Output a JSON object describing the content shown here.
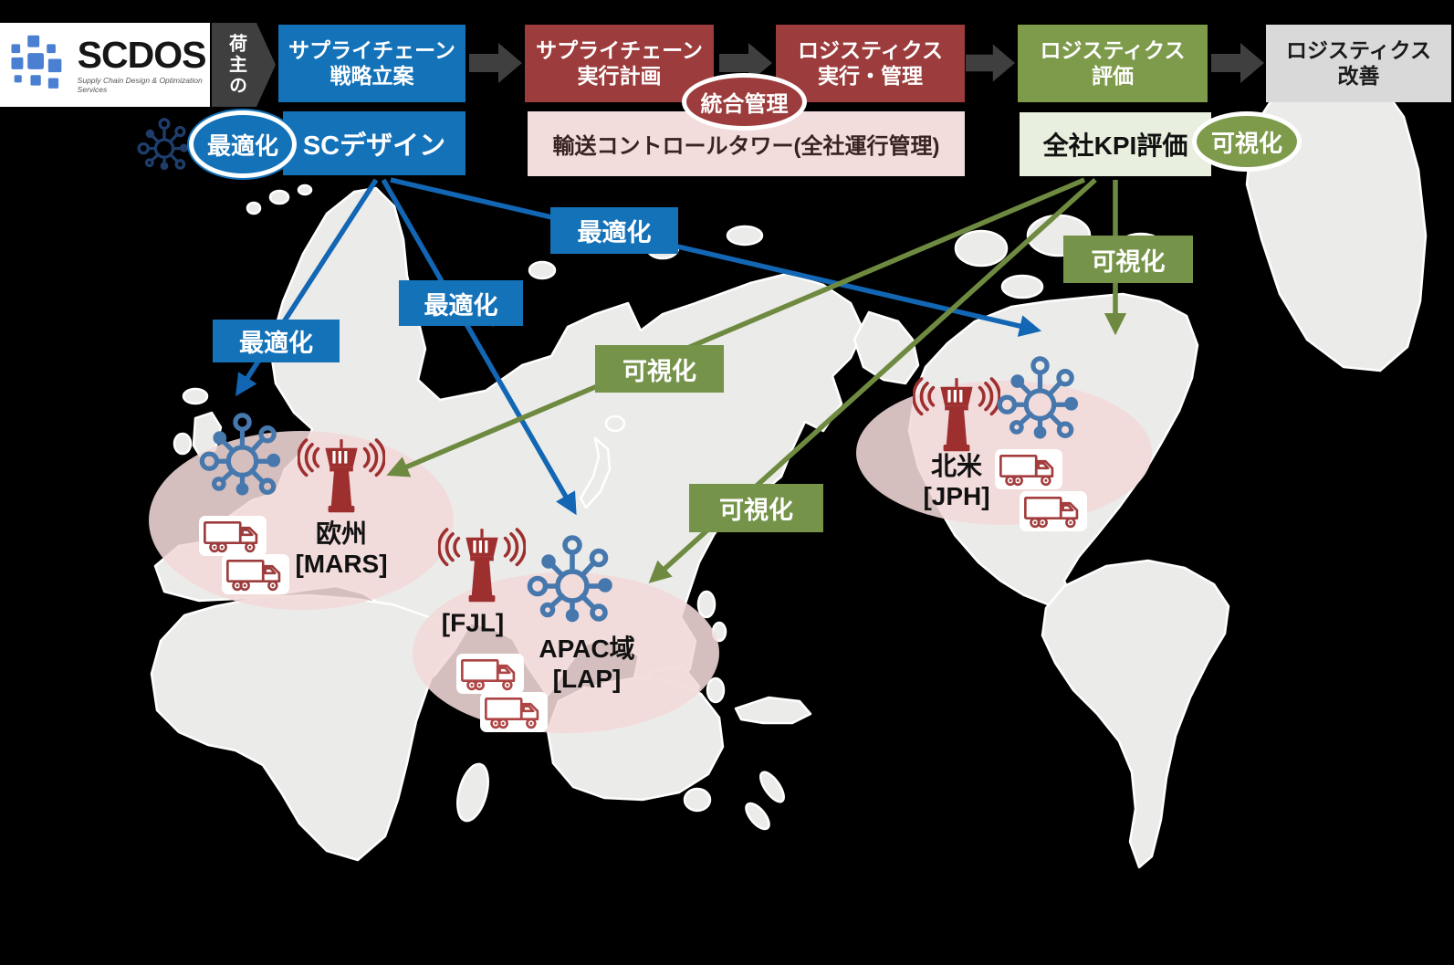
{
  "logo": {
    "brand_bold": "SC",
    "brand_rest": "DOS",
    "tagline": "Supply Chain Design & Optimization Services"
  },
  "flow": {
    "shipper_label": "荷主の",
    "steps": [
      {
        "label": "サプライチェーン\n戦略立案"
      },
      {
        "label": "サプライチェーン\n実行計画"
      },
      {
        "label": "ロジスティクス\n実行・管理"
      },
      {
        "label": "ロジスティクス\n評価"
      },
      {
        "label": "ロジスティクス\n改善"
      }
    ]
  },
  "programs": {
    "sc_design": "SCデザイン",
    "transport_control_tower": "輸送コントロールタワー(全社運行管理)",
    "kpi": "全社KPI評価"
  },
  "badges": {
    "optimization": "最適化",
    "integration": "統合管理",
    "visualization": "可視化"
  },
  "arrow_labels": {
    "optimization": "最適化",
    "visualization": "可視化"
  },
  "regions": {
    "europe": {
      "name": "欧州",
      "code": "[MARS]"
    },
    "fjl": {
      "code": "[FJL]"
    },
    "apac": {
      "name": "APAC域",
      "code": "[LAP]"
    },
    "north_america": {
      "name": "北米",
      "code": "[JPH]"
    }
  },
  "colors": {
    "step_blue": "#1472b8",
    "step_red": "#9c3c3c",
    "step_olive": "#7e9a4b",
    "step_gray": "#d9d9d9",
    "pink_panel": "#f2dcdc",
    "light_green_panel": "#e9efde",
    "line_blue": "#1266b3",
    "line_green": "#6e8a40",
    "label_green": "#76934a",
    "tower_red": "#9e2f2f",
    "truck_red": "#a33d3d",
    "network_blue": "#4678ad",
    "region_pink": "#f3d8d8",
    "flow_arrow_gray": "#3f3f3f"
  }
}
